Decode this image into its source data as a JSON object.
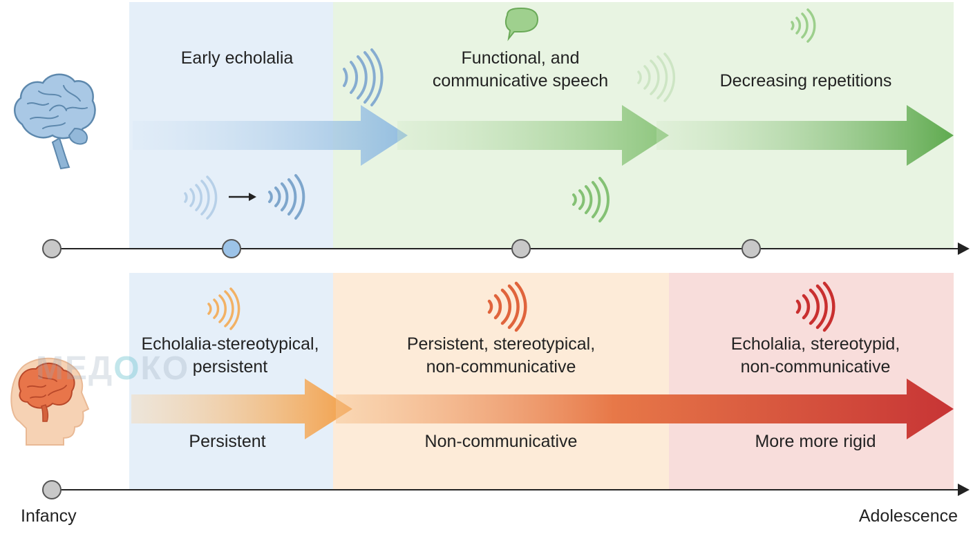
{
  "top_row": {
    "labels": [
      {
        "lines": [
          "Early echolalia"
        ]
      },
      {
        "lines": [
          "Functional, and",
          "communicative speech"
        ]
      },
      {
        "lines": [
          "Decreasing repetitions"
        ]
      }
    ]
  },
  "bottom_row": {
    "upper_labels": [
      {
        "lines": [
          "Echolalia-stereotypical,",
          "persistent"
        ]
      },
      {
        "lines": [
          "Persistent, stereotypical,",
          "non-communicative"
        ]
      },
      {
        "lines": [
          "Echolalia, stereotypid,",
          "non-communicative"
        ]
      }
    ],
    "lower_labels": [
      {
        "lines": [
          "Persistent"
        ]
      },
      {
        "lines": [
          "Non-communicative"
        ]
      },
      {
        "lines": [
          "More more rigid"
        ]
      }
    ]
  },
  "axis": {
    "start_label": "Infancy",
    "end_label": "Adolescence"
  },
  "watermark": {
    "left": "МЕД",
    "heart": "О",
    "right": "КО"
  },
  "colors": {
    "panel_blue": "#e5eff9",
    "panel_green": "#e8f4e2",
    "panel_orange": "#fdebd8",
    "panel_red": "#f8dddb",
    "arrow_blue": "#93bde0",
    "arrow_green": "#69b05a",
    "arrow_orange": "#f2a04a",
    "arrow_red": "#c73435",
    "node_gray": "#c8c8c8",
    "node_blue": "#9cc3e8"
  },
  "icons": [
    "brain-icon",
    "child-head-brain-icon",
    "sound-wave-icon",
    "speech-bubble-icon",
    "arrow-right-icon"
  ]
}
